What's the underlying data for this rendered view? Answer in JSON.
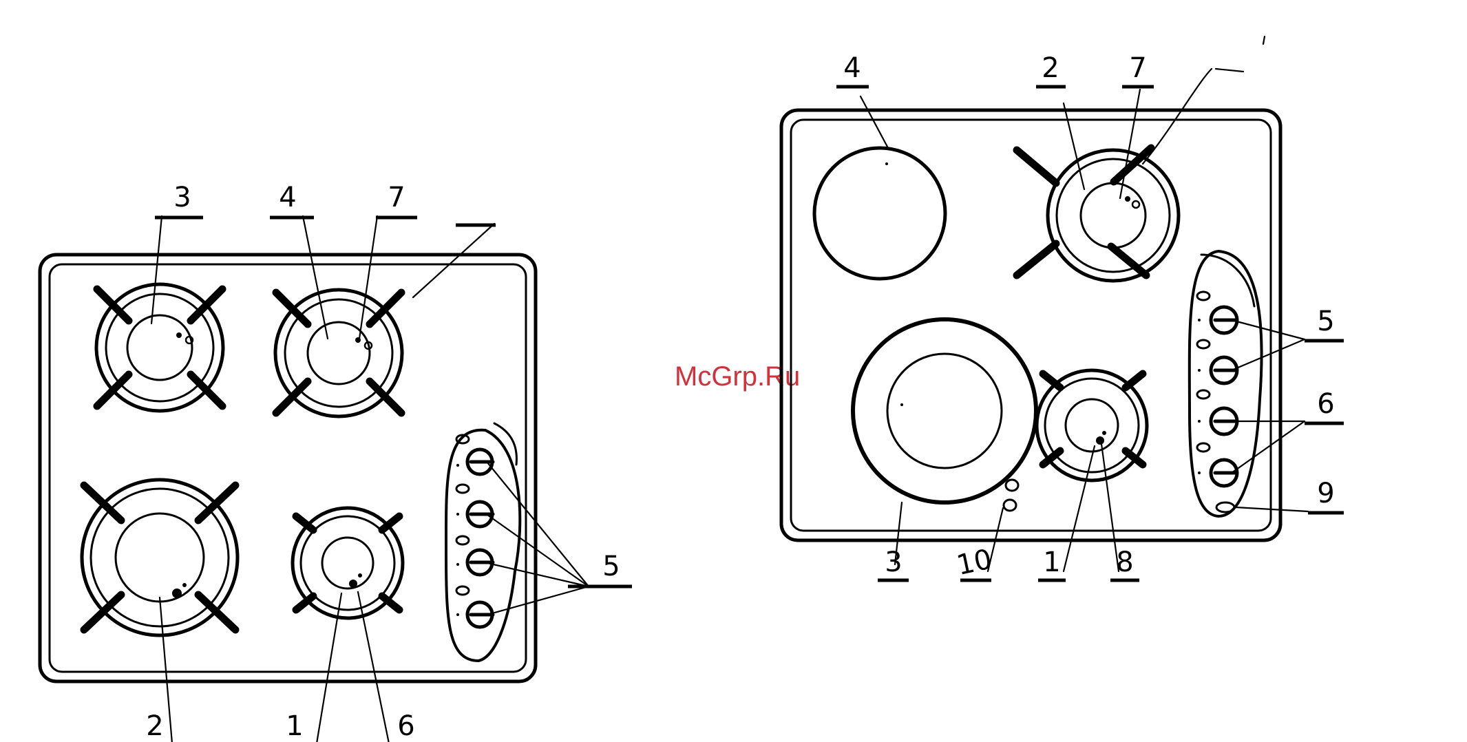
{
  "watermark": "McGrp.Ru",
  "left_hob": {
    "callouts": {
      "burner_top_left": "3",
      "burner_top_right": "4",
      "thermocouple_top": "7",
      "burner_bottom_left": "2",
      "burner_bottom_right": "1",
      "thermocouple_bottom": "6",
      "knobs": "5"
    }
  },
  "right_hob": {
    "callouts": {
      "hotplate_small": "4",
      "burner_top": "2",
      "thermocouple_top": "7",
      "hotplate_large": "3",
      "indicator_lamps": "10",
      "burner_bottom": "1",
      "thermocouple_bottom": "8",
      "knobs_gas": "5",
      "knobs_electric": "6",
      "ignition_button": "9"
    }
  }
}
